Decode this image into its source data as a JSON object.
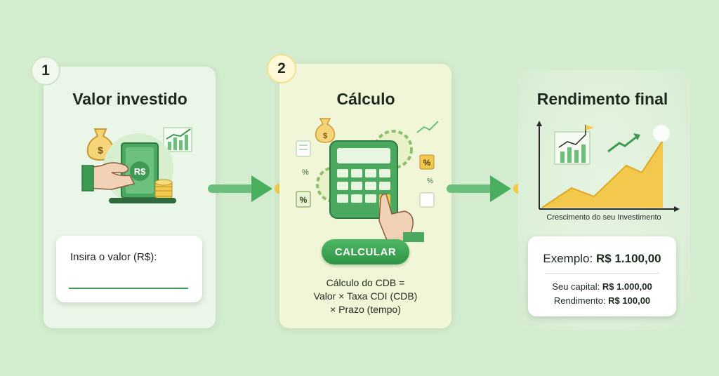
{
  "steps": [
    {
      "number": "1",
      "title": "Valor investido"
    },
    {
      "number": "2",
      "title": "Cálculo"
    },
    {
      "number": "",
      "title": "Rendimento final"
    }
  ],
  "input": {
    "label": "Insira o valor (R$):",
    "value": ""
  },
  "calc": {
    "button_label": "CALCULAR",
    "formula_line1": "Cálculo do CDB =",
    "formula_line2": "Valor × Taxa CDI (CDB)",
    "formula_line3": "× Prazo (tempo)"
  },
  "result": {
    "chart_caption": "Crescimento do seu Investimento",
    "example_label": "Exemplo:",
    "example_value": "R$ 1.100,00",
    "capital_label": "Seu capital:",
    "capital_value": "R$ 1.000,00",
    "yield_label": "Rendimento:",
    "yield_value": "R$ 100,00"
  },
  "icons": {
    "money_bag": "money-bag-icon",
    "banknote": "banknote-icon",
    "coins": "coin-stack-icon",
    "calculator": "calculator-icon",
    "gear": "gear-icon",
    "percent": "percent-icon",
    "hand": "pointing-hand-icon",
    "growth_chart": "growth-chart-icon",
    "flag": "flag-icon"
  },
  "symbols": {
    "banknote": "R$",
    "money_bag": "$",
    "percent": "%"
  },
  "colors": {
    "background": "#d3ebcf",
    "accent_green": "#3e9a52",
    "accent_yellow": "#f2c94c",
    "card_step1": "#eaf6e7",
    "card_step2": "#f2f6d8"
  }
}
